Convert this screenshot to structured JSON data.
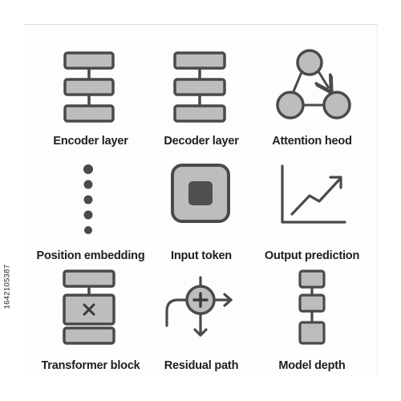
{
  "icons": [
    {
      "name": "encoder-layer",
      "label": "Encoder layer"
    },
    {
      "name": "decoder-layer",
      "label": "Decoder layer"
    },
    {
      "name": "attention-head",
      "label": "Attention heod"
    },
    {
      "name": "position-embedding",
      "label": "Position embedding"
    },
    {
      "name": "input-token",
      "label": "Input token"
    },
    {
      "name": "output-prediction",
      "label": "Output prediction"
    },
    {
      "name": "transformer-block",
      "label": "Transformer block"
    },
    {
      "name": "residual-path",
      "label": "Residual path"
    },
    {
      "name": "model-depth",
      "label": "Model depth"
    }
  ],
  "stock_id": "1642105387",
  "colors": {
    "stroke": "#4a4a4a",
    "fill": "#bdbdbd",
    "dark": "#5a5a5a"
  }
}
